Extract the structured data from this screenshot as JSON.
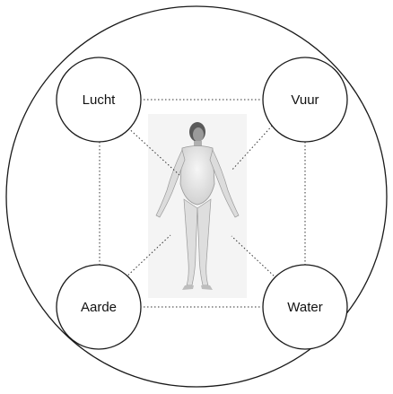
{
  "elements": {
    "air": "Lucht",
    "fire": "Vuur",
    "earth": "Aarde",
    "water": "Water"
  }
}
